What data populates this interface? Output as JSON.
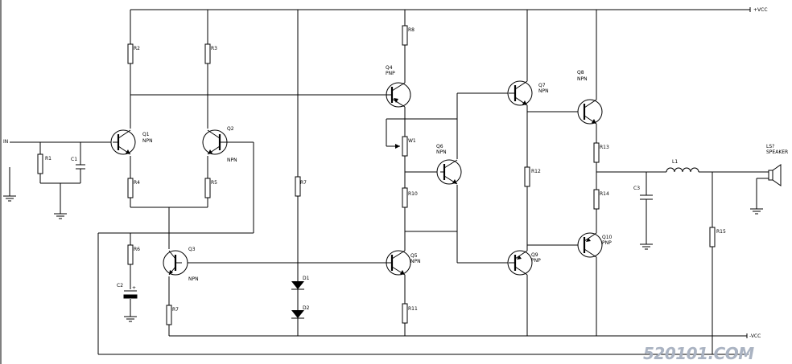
{
  "rails": {
    "vcc_pos": "+VCC",
    "vcc_neg": "-VCC"
  },
  "input": {
    "label": "IN"
  },
  "speaker": {
    "ref": "LS?",
    "name": "SPEAKER"
  },
  "watermark": "520101.COM",
  "resistors": [
    "R1",
    "R2",
    "R3",
    "R4",
    "R5",
    "R6",
    "R7",
    "R7",
    "R8",
    "W1",
    "R10",
    "R11",
    "R12",
    "R13",
    "R14",
    "R15"
  ],
  "capacitors": [
    "C1",
    "C2",
    "C3"
  ],
  "inductor": "L1",
  "diodes": [
    "D1",
    "D2"
  ],
  "transistors": [
    {
      "ref": "Q1",
      "type": "NPN"
    },
    {
      "ref": "Q2",
      "type": "NPN"
    },
    {
      "ref": "Q3",
      "type": "NPN"
    },
    {
      "ref": "Q4",
      "type": "PNP"
    },
    {
      "ref": "Q5",
      "type": "NPN"
    },
    {
      "ref": "Q6",
      "type": "NPN"
    },
    {
      "ref": "Q7",
      "type": "NPN"
    },
    {
      "ref": "Q8",
      "type": "NPN"
    },
    {
      "ref": "Q9",
      "type": "PNP"
    },
    {
      "ref": "Q10",
      "type": "PNP"
    }
  ]
}
